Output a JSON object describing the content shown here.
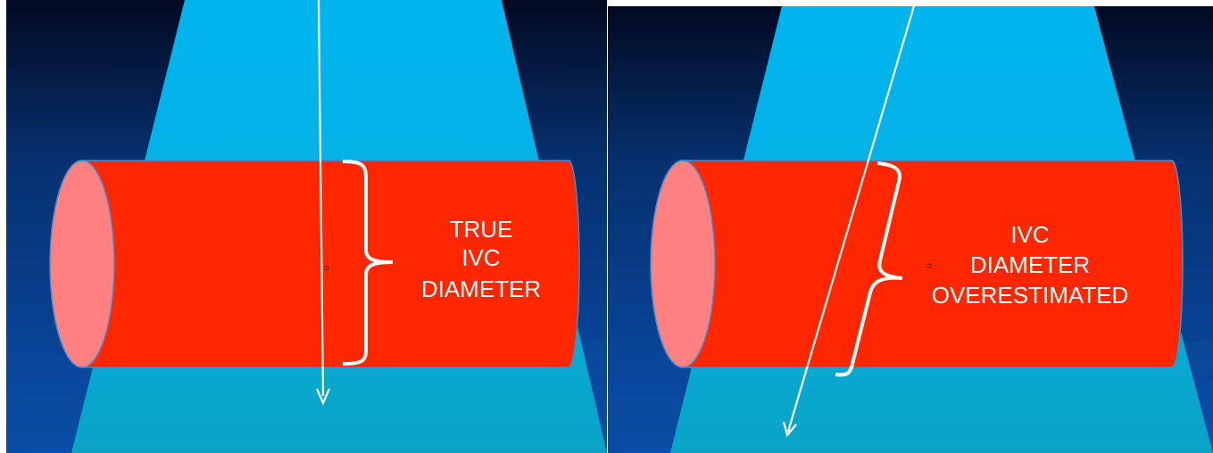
{
  "left_panel": {
    "label_lines": [
      "TRUE",
      "IVC",
      "DIAMETER"
    ],
    "marker": "n"
  },
  "right_panel": {
    "label_lines": [
      "IVC",
      "DIAMETER",
      "OVERESTIMATED"
    ],
    "marker": "n"
  },
  "colors": {
    "background_top": "#020a22",
    "background_bottom": "#0a4fae",
    "beam_top": "#00b5ef",
    "beam_bottom": "#0aa3c6",
    "vessel_fill": "#ff2600",
    "vessel_end": "#ff8080",
    "vessel_outline": "#3a8fd0",
    "arrow": "#ffffff",
    "label_text": "#ffffff"
  }
}
